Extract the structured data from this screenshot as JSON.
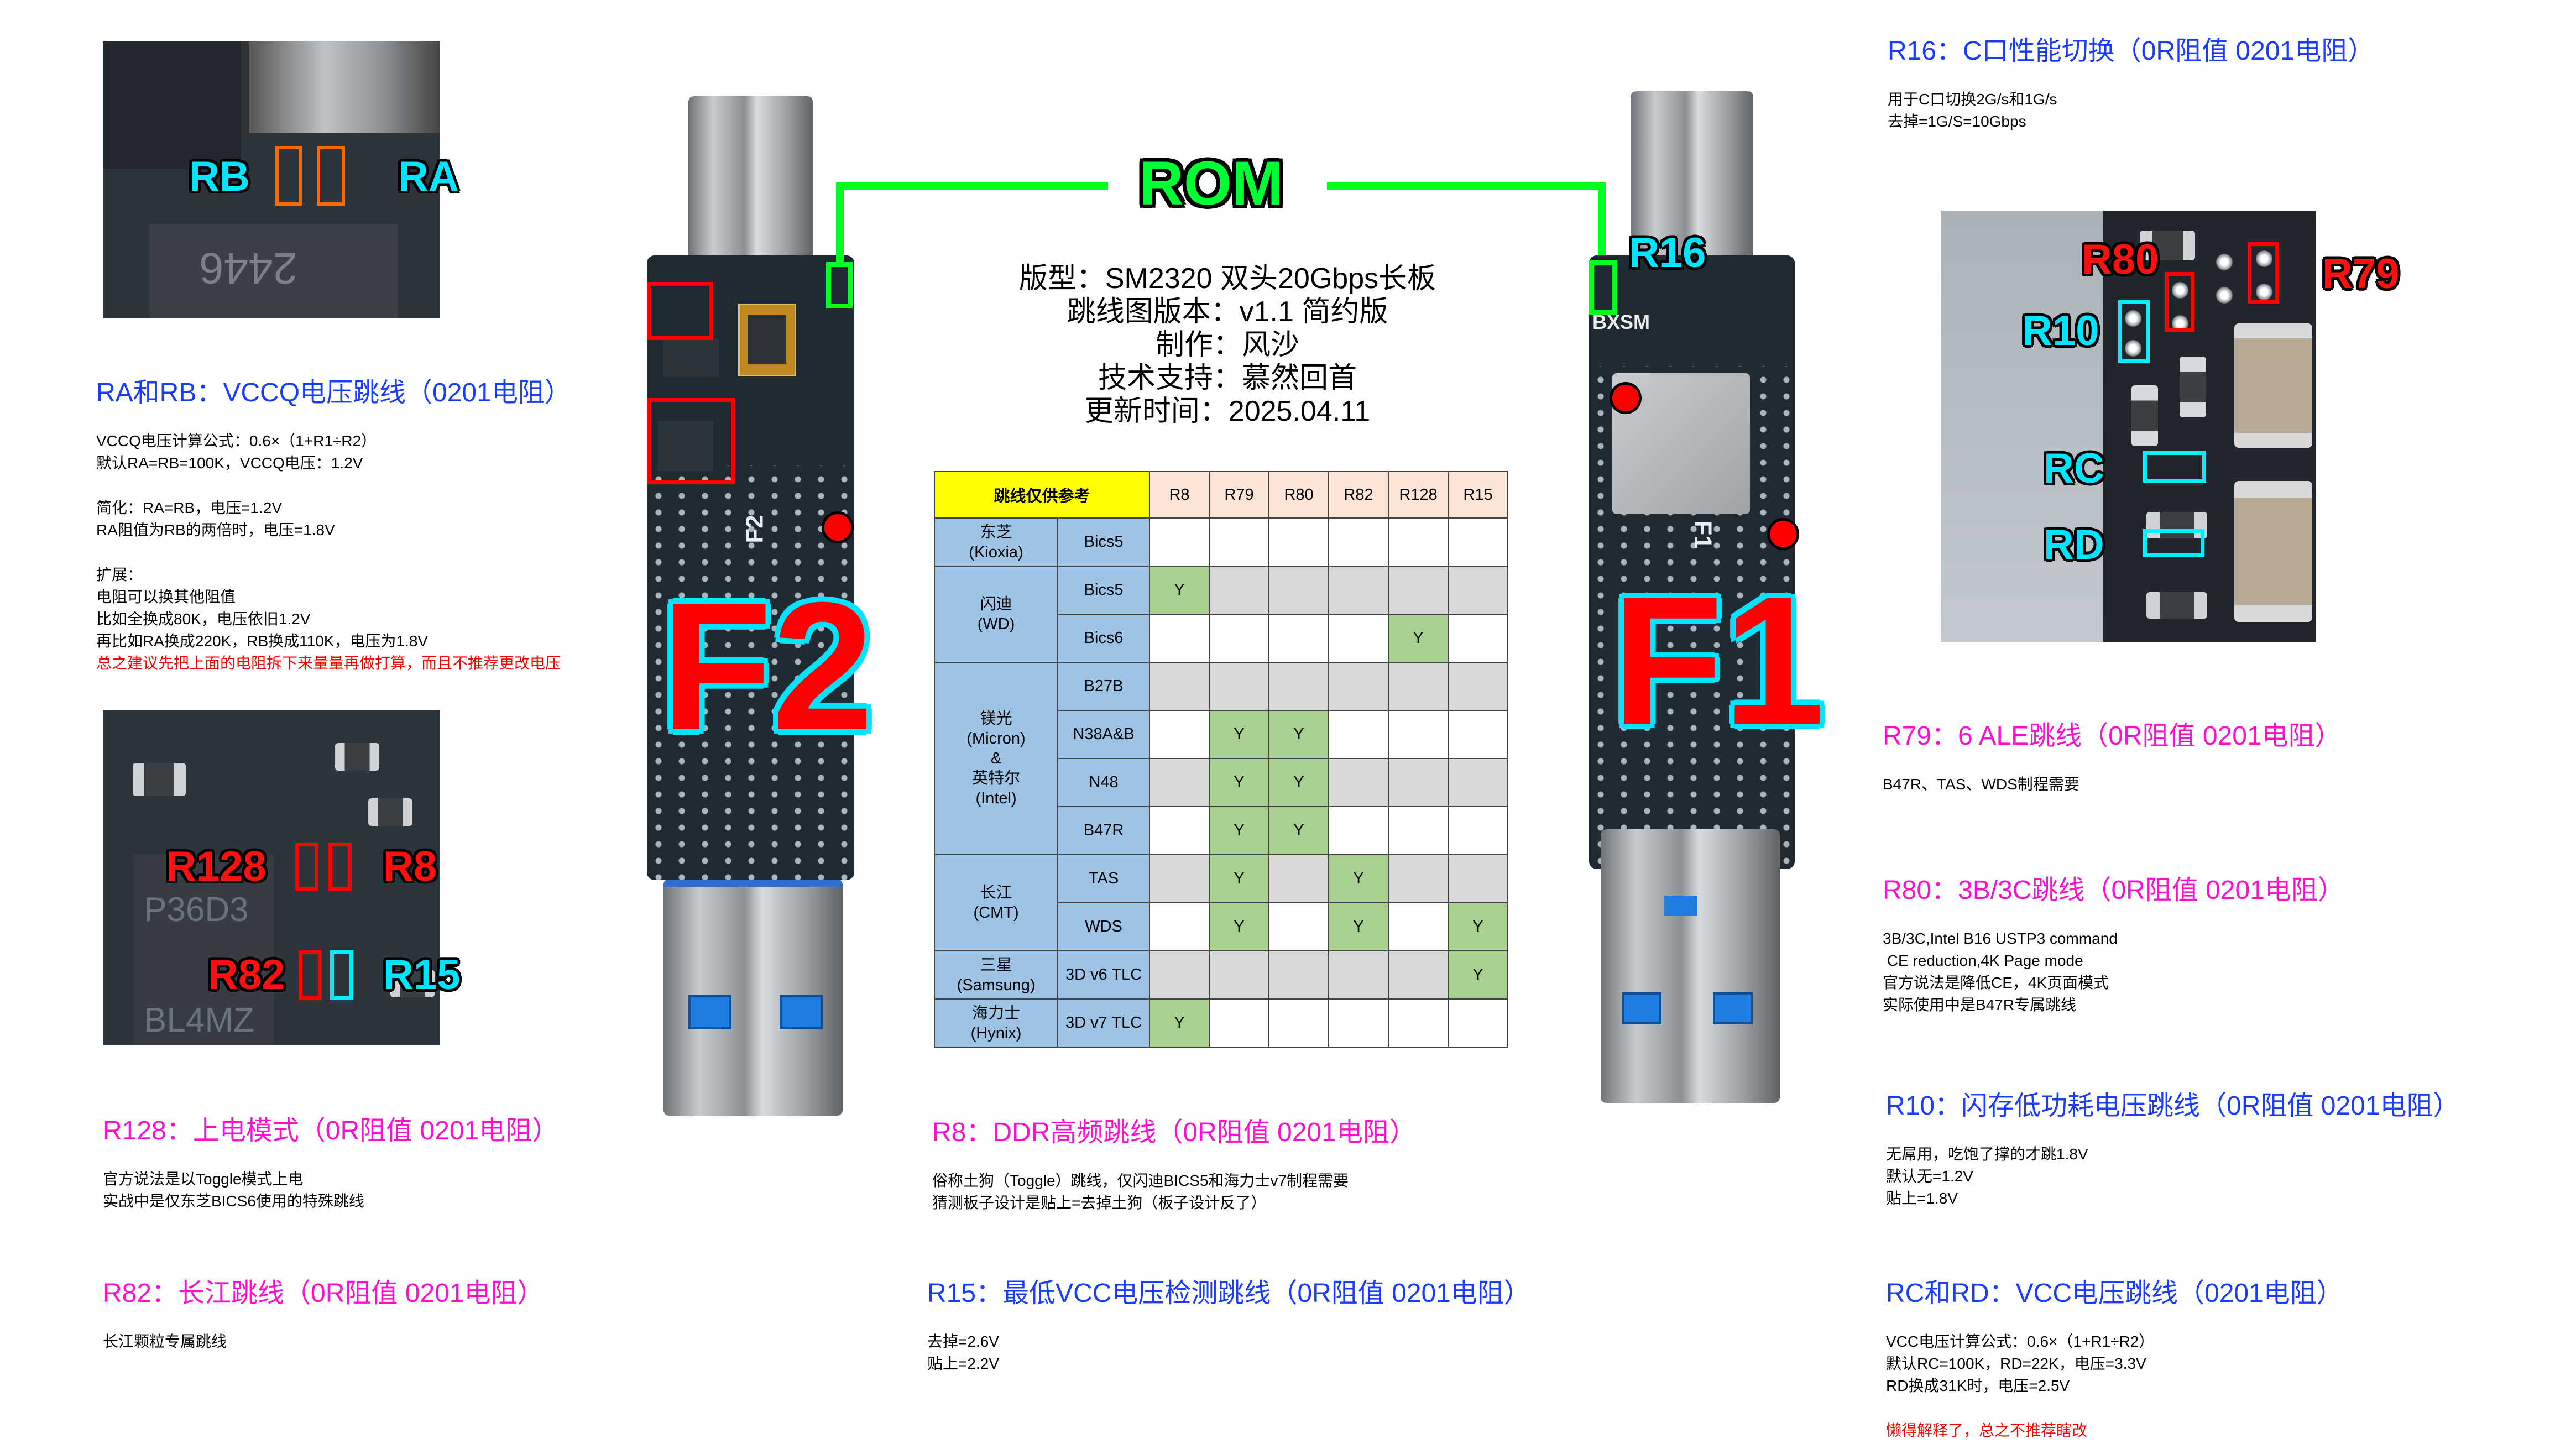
{
  "header": {
    "title": "ROM",
    "info": [
      "版型：SM2320 双头20Gbps长板",
      "跳线图版本：v1.1 简约版",
      "制作：风沙",
      "技术支持：慕然回首",
      "更新时间：2025.04.11"
    ]
  },
  "boards": {
    "f2_label": "F2",
    "f1_label": "F1",
    "f2_silk": "F2",
    "f1_silk": "F1",
    "f1_brand": "BXSM"
  },
  "photo_labels": {
    "rb": "RB",
    "ra": "RA",
    "r128": "R128",
    "r8": "R8",
    "r82": "R82",
    "r15": "R15",
    "r16": "R16",
    "r80": "R80",
    "r79": "R79",
    "r10": "R10",
    "rc": "RC",
    "rd": "RD"
  },
  "chip_markings": {
    "ra_photo": "2446",
    "r128_photo_line1": "P36D3",
    "r128_photo_line2": "BL4MZ"
  },
  "colors": {
    "blue_heading": "#1a3cff",
    "magenta_heading": "#ff10d0",
    "warning": "#ff0000",
    "rom_green": "#00ff33",
    "marked_cell": "#a9d08e",
    "corner_cell": "#ffff00",
    "column_header": "#fce4d6",
    "vendor_cell": "#9dc3e6"
  },
  "table": {
    "corner": "跳线仅供参考",
    "columns": [
      "R8",
      "R79",
      "R80",
      "R82",
      "R128",
      "R15"
    ],
    "groups": [
      {
        "vendor": [
          "东芝",
          "(Kioxia)"
        ],
        "rows": [
          {
            "model": "Bics5",
            "marks": [
              "",
              "",
              "",
              "",
              "",
              ""
            ]
          }
        ]
      },
      {
        "vendor": [
          "闪迪",
          "(WD)"
        ],
        "rows": [
          {
            "model": "Bics5",
            "marks": [
              "Y",
              "",
              "",
              "",
              "",
              ""
            ]
          },
          {
            "model": "Bics6",
            "marks": [
              "",
              "",
              "",
              "",
              "Y",
              ""
            ]
          }
        ]
      },
      {
        "vendor": [
          "镁光",
          "(Micron)",
          "&",
          "英特尔",
          "(Intel)"
        ],
        "rows": [
          {
            "model": "B27B",
            "marks": [
              "",
              "",
              "",
              "",
              "",
              ""
            ]
          },
          {
            "model": "N38A&B",
            "marks": [
              "",
              "Y",
              "Y",
              "",
              "",
              ""
            ]
          },
          {
            "model": "N48",
            "marks": [
              "",
              "Y",
              "Y",
              "",
              "",
              ""
            ]
          },
          {
            "model": "B47R",
            "marks": [
              "",
              "Y",
              "Y",
              "",
              "",
              ""
            ]
          }
        ]
      },
      {
        "vendor": [
          "长江",
          "(CMT)"
        ],
        "rows": [
          {
            "model": "TAS",
            "marks": [
              "",
              "Y",
              "",
              "Y",
              "",
              ""
            ]
          },
          {
            "model": "WDS",
            "marks": [
              "",
              "Y",
              "",
              "Y",
              "",
              "Y"
            ]
          }
        ]
      },
      {
        "vendor": [
          "三星",
          "(Samsung)"
        ],
        "rows": [
          {
            "model": "3D v6 TLC",
            "marks": [
              "",
              "",
              "",
              "",
              "",
              "Y"
            ]
          }
        ]
      },
      {
        "vendor": [
          "海力士",
          "(Hynix)"
        ],
        "rows": [
          {
            "model": "3D v7 TLC",
            "marks": [
              "Y",
              "",
              "",
              "",
              "",
              ""
            ]
          }
        ]
      }
    ]
  },
  "sections": {
    "ra": {
      "heading": "RA和RB：VCCQ电压跳线（0201电阻）",
      "color": "blue",
      "paragraphs": [
        {
          "lines": [
            "VCCQ电压计算公式：0.6×（1+R1÷R2）",
            "默认RA=RB=100K，VCCQ电压：1.2V"
          ]
        },
        {
          "lines": [
            "简化：RA=RB，电压=1.2V",
            "RA阻值为RB的两倍时，电压=1.8V"
          ]
        },
        {
          "lines": [
            "扩展：",
            "电阻可以换其他阻值",
            "比如全换成80K，电压依旧1.2V",
            "再比如RA换成220K，RB换成110K，电压为1.8V"
          ],
          "warning": "总之建议先把上面的电阻拆下来量量再做打算，而且不推荐更改电压"
        }
      ]
    },
    "r128": {
      "heading": "R128：上电模式（0R阻值 0201电阻）",
      "color": "magenta",
      "paragraphs": [
        {
          "lines": [
            "官方说法是以Toggle模式上电",
            "实战中是仅东芝BICS6使用的特殊跳线"
          ]
        }
      ]
    },
    "r82": {
      "heading": "R82：长江跳线（0R阻值 0201电阻）",
      "color": "magenta",
      "paragraphs": [
        {
          "lines": [
            "长江颗粒专属跳线"
          ]
        }
      ]
    },
    "r8": {
      "heading": "R8：DDR高频跳线（0R阻值 0201电阻）",
      "color": "magenta",
      "paragraphs": [
        {
          "lines": [
            "俗称土狗（Toggle）跳线，仅闪迪BICS5和海力士v7制程需要",
            "猜测板子设计是贴上=去掉土狗（板子设计反了）"
          ]
        }
      ]
    },
    "r15": {
      "heading": "R15：最低VCC电压检测跳线（0R阻值 0201电阻）",
      "color": "blue",
      "paragraphs": [
        {
          "lines": [
            "去掉=2.6V",
            "贴上=2.2V"
          ]
        }
      ]
    },
    "r16": {
      "heading": "R16：C口性能切换（0R阻值 0201电阻）",
      "color": "blue",
      "paragraphs": [
        {
          "lines": [
            "用于C口切换2G/s和1G/s",
            "去掉=1G/S=10Gbps"
          ]
        }
      ]
    },
    "r79": {
      "heading": "R79：6 ALE跳线（0R阻值 0201电阻）",
      "color": "magenta",
      "paragraphs": [
        {
          "lines": [
            "B47R、TAS、WDS制程需要"
          ]
        }
      ]
    },
    "r80": {
      "heading": "R80：3B/3C跳线（0R阻值 0201电阻）",
      "color": "magenta",
      "paragraphs": [
        {
          "lines": [
            "3B/3C,Intel B16 USTP3 command",
            " CE reduction,4K Page mode",
            "官方说法是降低CE，4K页面模式",
            "实际使用中是B47R专属跳线"
          ]
        }
      ]
    },
    "r10": {
      "heading": "R10：闪存低功耗电压跳线（0R阻值 0201电阻）",
      "color": "blue",
      "paragraphs": [
        {
          "lines": [
            "无屌用，吃饱了撑的才跳1.8V",
            "默认无=1.2V",
            "贴上=1.8V"
          ]
        }
      ]
    },
    "rc": {
      "heading": "RC和RD：VCC电压跳线（0201电阻）",
      "color": "blue",
      "paragraphs": [
        {
          "lines": [
            "VCC电压计算公式：0.6×（1+R1÷R2）",
            "默认RC=100K，RD=22K，电压=3.3V",
            "RD换成31K时，电压=2.5V"
          ]
        },
        {
          "lines": [],
          "warning": "懒得解释了，总之不推荐瞎改"
        }
      ]
    }
  }
}
